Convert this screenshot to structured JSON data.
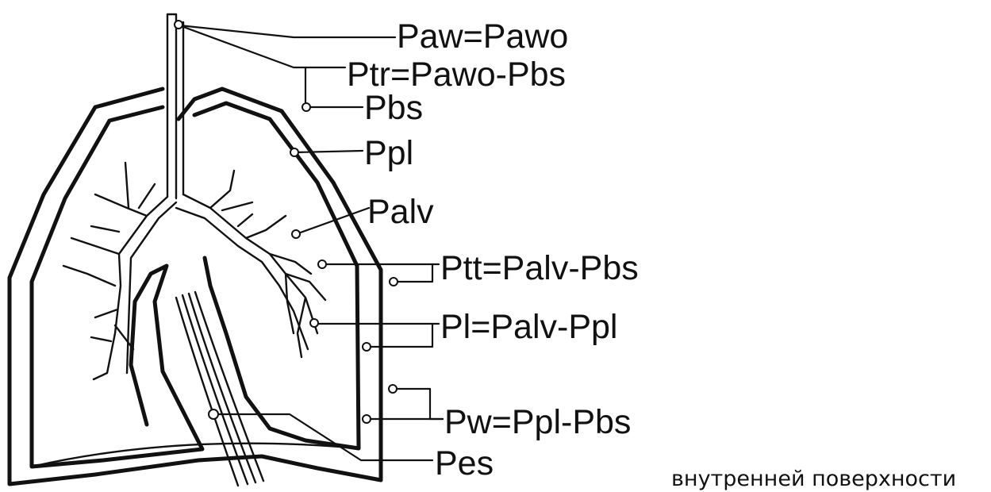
{
  "diagram": {
    "labels": {
      "paw": "Paw=Pawo",
      "ptr": "Ptr=Pawo-Pbs",
      "pbs": "Pbs",
      "ppl": "Ppl",
      "palv": "Palv",
      "ptt": "Ptt=Palv-Pbs",
      "pl": "Pl=Palv-Ppl",
      "pw": "Pw=Ppl-Pbs",
      "pes": "Pes"
    }
  },
  "caption": "внутренней поверхности"
}
